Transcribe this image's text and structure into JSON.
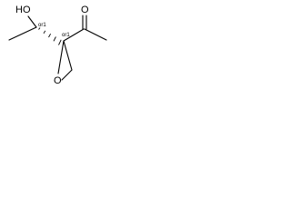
{
  "molecule": {
    "hydroxyl_label": "HO",
    "carbonyl_oxygen_label": "O",
    "epoxide_oxygen_label": "O",
    "stereo_label_left": "or1",
    "stereo_label_right": "or1"
  }
}
